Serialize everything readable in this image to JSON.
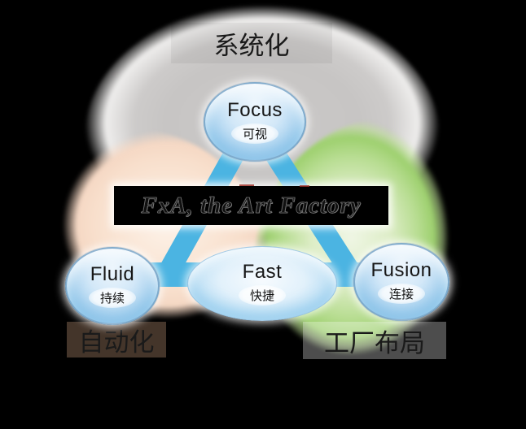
{
  "banner": {
    "text": "FxA, the Art Factory"
  },
  "regions": [
    {
      "id": "systemization",
      "label": "系统化",
      "color": "#c7c5c4"
    },
    {
      "id": "automation",
      "label": "自动化",
      "color": "#f8dfcc"
    },
    {
      "id": "factory_layout",
      "label": "工厂布局",
      "color": "#9ed06f"
    }
  ],
  "nodes": [
    {
      "id": "focus",
      "label": "Focus",
      "sublabel": "可视"
    },
    {
      "id": "fluid",
      "label": "Fluid",
      "sublabel": "持续"
    },
    {
      "id": "fast",
      "label": "Fast",
      "sublabel": "快捷"
    },
    {
      "id": "fusion",
      "label": "Fusion",
      "sublabel": "连接"
    }
  ],
  "connectors": {
    "color": "#4bb4e2"
  },
  "colors": {
    "background": "#000000",
    "bubble_fill": "#b0d6f1",
    "banner_background": "#000000"
  }
}
